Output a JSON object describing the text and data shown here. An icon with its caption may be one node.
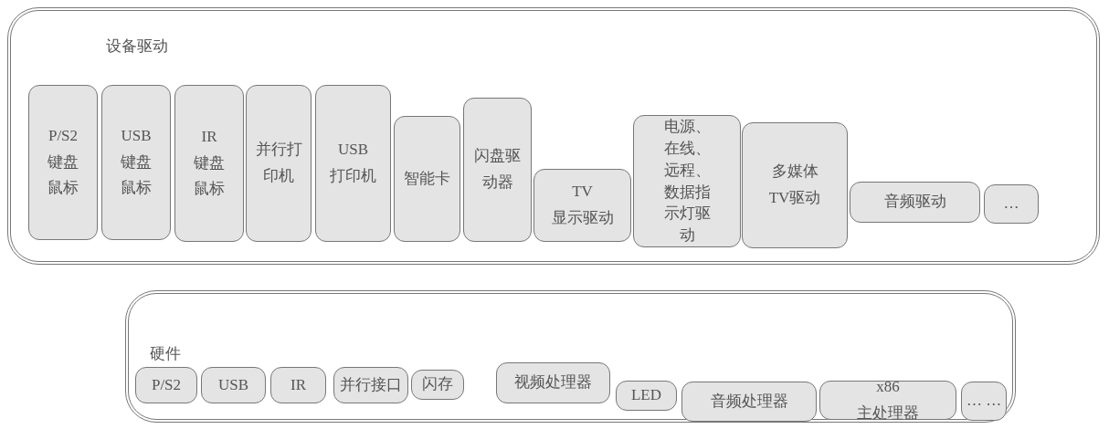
{
  "diagram": {
    "nodes": [
      {
        "text": [
          "设备驱动"
        ]
      },
      {
        "text": [
          "P/S2键盘鼠标"
        ],
        "in": 0
      },
      {
        "text": [
          "USB键盘鼠标"
        ],
        "in": 0
      },
      {
        "text": [
          "IR键盘鼠标"
        ],
        "in": 0
      },
      {
        "text": [
          "并行打印机"
        ],
        "in": 0
      },
      {
        "text": [
          "USB打印机"
        ],
        "in": 0
      },
      {
        "text": [
          "智能卡"
        ],
        "in": 0
      },
      {
        "text": [
          "闪盘驱动器"
        ],
        "in": 0
      },
      {
        "text": [
          "TV显示驱动"
        ],
        "in": 0
      },
      {
        "text": [
          "电源、在线、远程、数据指示灯驱动"
        ],
        "in": 0
      },
      {
        "text": [
          "多媒体TV驱动"
        ],
        "in": 0
      },
      {
        "text": [
          "音频驱动"
        ],
        "in": 0
      },
      {
        "text": [
          "…"
        ],
        "in": 0
      },
      {
        "text": [
          "硬件"
        ]
      },
      {
        "text": [
          "P/S2"
        ],
        "in": 13
      },
      {
        "text": [
          "USB"
        ],
        "in": 13
      },
      {
        "text": [
          "IR"
        ],
        "in": 13
      },
      {
        "text": [
          "并行接口"
        ],
        "in": 13
      },
      {
        "text": [
          "闪存"
        ],
        "in": 13
      },
      {
        "text": [
          "视频处理器"
        ],
        "in": 13
      },
      {
        "text": [
          "LED"
        ],
        "in": 13
      },
      {
        "text": [
          "音频处理器"
        ],
        "in": 13
      },
      {
        "text": [
          "x86主处理器"
        ],
        "in": 13
      },
      {
        "text": [
          "… …"
        ],
        "in": 13
      }
    ]
  }
}
